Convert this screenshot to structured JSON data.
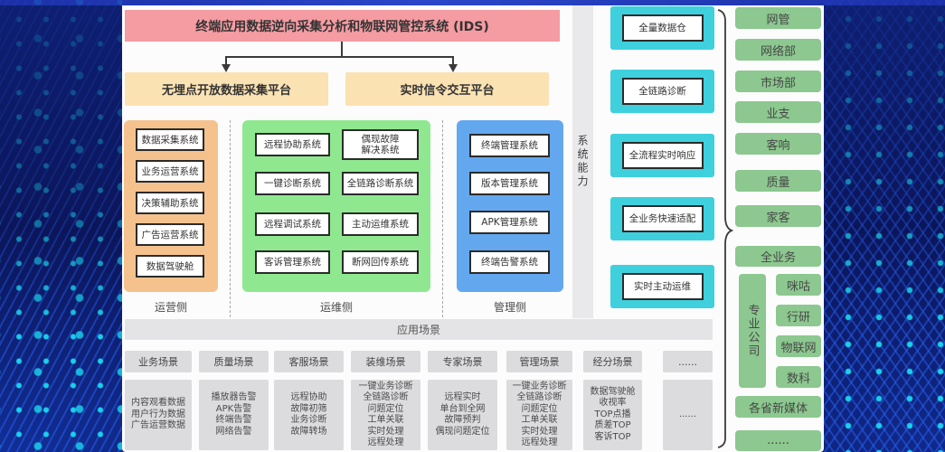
{
  "title_banner": "终端应用数据逆向采集分析和物联网管控系统 (IDS)",
  "platforms": {
    "left": "无埋点开放数据采集平台",
    "right": "实时信令交互平台"
  },
  "columns": [
    {
      "side_label": "运营侧",
      "boxes": [
        "数据采集系统",
        "业务运营系统",
        "决策辅助系统",
        "广告运营系统",
        "数据驾驶舱"
      ]
    },
    {
      "side_label": "运维侧",
      "boxes": [
        "远程协助系统",
        [
          "偶现故障",
          "解决系统"
        ],
        "一键诊断系统",
        "全链路诊断系统",
        "远程调试系统",
        "主动运维系统",
        "客诉管理系统",
        "断网回传系统"
      ]
    },
    {
      "side_label": "管理侧",
      "boxes": [
        "终端管理系统",
        "版本管理系统",
        "APK管理系统",
        "终端告警系统"
      ]
    }
  ],
  "capability_strip_label": "系统能力",
  "capabilities": [
    "全量数据仓",
    "全链路诊断",
    "全流程实时响应",
    "全业务快速适配",
    "实时主动运维"
  ],
  "org": {
    "departments": [
      "网管",
      "网络部",
      "市场部",
      "业支",
      "客响",
      "质量",
      "家客"
    ],
    "all_business": "全业务",
    "group_label": "专业公司",
    "group_items": [
      "咪咕",
      "行研",
      "物联网",
      "数科"
    ],
    "new_media": "各省新媒体",
    "more": "......"
  },
  "scenarios_header": "应用场景",
  "scenarios": [
    {
      "label": "业务场景",
      "details": [
        "内容观看数据",
        "用户行为数据",
        "广告运营数据"
      ]
    },
    {
      "label": "质量场景",
      "details": [
        "播放器告警",
        "APK告警",
        "终端告警",
        "网络告警"
      ]
    },
    {
      "label": "客服场景",
      "details": [
        "远程协助",
        "故障初筛",
        "业务诊断",
        "故障转场"
      ]
    },
    {
      "label": "装维场景",
      "details": [
        "一键业务诊断",
        "全链路诊断",
        "问题定位",
        "工单关联",
        "实时处理",
        "远程处理"
      ]
    },
    {
      "label": "专家场景",
      "details": [
        "远程实时",
        "单台到全网",
        "故障预判",
        "偶现问题定位"
      ]
    },
    {
      "label": "管理场景",
      "details": [
        "一键业务诊断",
        "全链路诊断",
        "问题定位",
        "工单关联",
        "实时处理",
        "远程处理"
      ]
    },
    {
      "label": "经分场景",
      "details": [
        "数据驾驶舱",
        "收视率",
        "TOP点播",
        "质差TOP",
        "客诉TOP"
      ]
    },
    {
      "label": "......",
      "details": [
        "......"
      ]
    }
  ],
  "colors": {
    "background": "#0b1560",
    "banner": "#f59ba2",
    "platform_box": "#fbe2b3",
    "operations_column": "#f5c28e",
    "maintenance_column": "#8fe88f",
    "management_column": "#63a8ef",
    "capability_box": "#3fd0dd",
    "org_box": "#8cc88f",
    "scenario_box": "#dcdcdf",
    "accent_dots": "#1ad9f2"
  }
}
